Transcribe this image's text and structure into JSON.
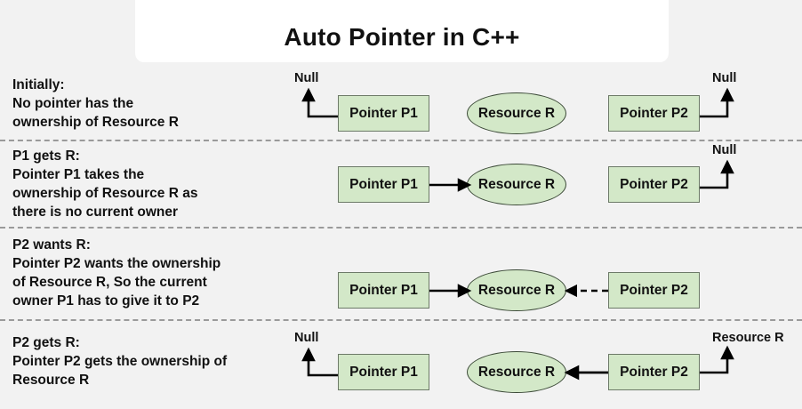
{
  "title": "Auto Pointer in C++",
  "labels": {
    "null": "Null",
    "pointer_p1": "Pointer P1",
    "pointer_p2": "Pointer P2",
    "resource_r": "Resource R"
  },
  "colors": {
    "background": "#f2f2f2",
    "card": "#ffffff",
    "node_fill": "#d3e8c8",
    "node_stroke": "#6d7a68",
    "text": "#111111",
    "separator": "#9a9a9a",
    "arrow": "#000000"
  },
  "rows": [
    {
      "id": "initially",
      "heading": "Initially:",
      "description": "Initially:\nNo pointer has the\nownership of Resource R",
      "nodes": {
        "p1": "Pointer P1",
        "resource": "Resource R",
        "p2": "Pointer P2"
      },
      "p1_target": "Null",
      "p2_target": "Null",
      "p1_arrow": "null-up-left",
      "p2_arrow": "null-up-right",
      "resource_owner": "none"
    },
    {
      "id": "p1-gets-r",
      "heading": "P1 gets R:",
      "description": "P1 gets R:\nPointer P1 takes the\nownership of Resource R as\nthere is no current owner",
      "nodes": {
        "p1": "Pointer P1",
        "resource": "Resource R",
        "p2": "Pointer P2"
      },
      "p1_target": "Resource R",
      "p2_target": "Null",
      "p1_arrow": "solid-right",
      "p2_arrow": "null-up-right",
      "resource_owner": "P1"
    },
    {
      "id": "p2-wants-r",
      "heading": "P2 wants R:",
      "description": "P2 wants R:\nPointer P2 wants the ownership\nof Resource R, So the current\nowner P1 has to give it to P2",
      "nodes": {
        "p1": "Pointer P1",
        "resource": "Resource R",
        "p2": "Pointer P2"
      },
      "p1_target": "Resource R",
      "p2_target": "Resource R",
      "p1_arrow": "solid-right",
      "p2_arrow": "dashed-left",
      "resource_owner": "P1"
    },
    {
      "id": "p2-gets-r",
      "heading": "P2 gets R:",
      "description": "P2 gets R:\nPointer P2 gets the ownership of\nResource R",
      "nodes": {
        "p1": "Pointer P1",
        "resource": "Resource R",
        "p2": "Pointer P2"
      },
      "p1_target": "Null",
      "p2_target": "Resource R",
      "p1_arrow": "null-up-left",
      "p2_arrow": "solid-left",
      "resource_owner": "P2"
    }
  ]
}
